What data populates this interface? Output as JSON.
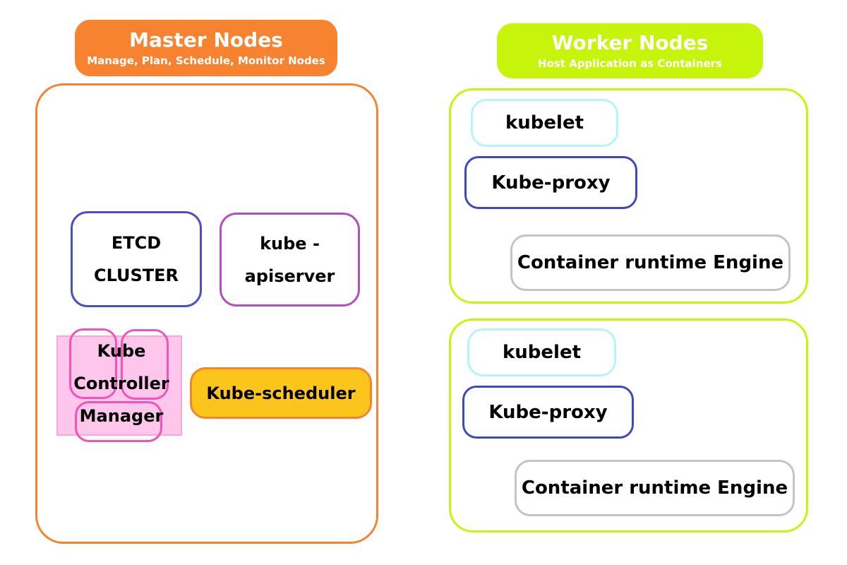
{
  "master": {
    "title": "Master Nodes",
    "subtitle": "Manage, Plan, Schedule, Monitor Nodes",
    "etcd": {
      "line1": "ETCD",
      "line2": "CLUSTER"
    },
    "apiserver": {
      "line1": "kube -",
      "line2": "apiserver"
    },
    "controller_manager": {
      "line1": "Kube",
      "line2": "Controller",
      "line3": "Manager"
    },
    "scheduler": "Kube-scheduler"
  },
  "worker": {
    "title": "Worker Nodes",
    "subtitle": "Host Application as Containers",
    "nodes": [
      {
        "kubelet": "kubelet",
        "proxy": "Kube-proxy",
        "runtime": "Container runtime Engine"
      },
      {
        "kubelet": "kubelet",
        "proxy": "Kube-proxy",
        "runtime": "Container runtime Engine"
      }
    ]
  },
  "colors": {
    "master": "#f7822f",
    "worker": "#c7f40b",
    "etcd_border": "#4b4fbf",
    "apiserver_border": "#b44ec1",
    "scheduler_fill": "#fcc51c",
    "controller_fill": "#fdc6ea",
    "controller_border": "#f054b9",
    "kubelet_border": "#b4f5f7",
    "proxy_border": "#3f49bf",
    "runtime_border": "#c4c4c4"
  }
}
